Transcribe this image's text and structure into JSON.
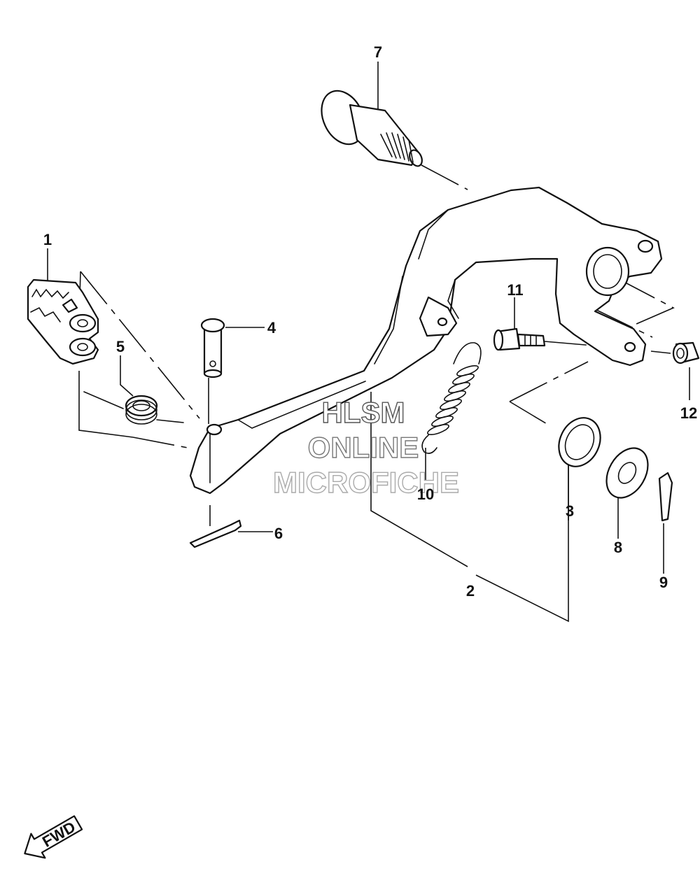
{
  "callouts": {
    "c1": "1",
    "c2": "2",
    "c3": "3",
    "c4": "4",
    "c5": "5",
    "c6": "6",
    "c7": "7",
    "c8": "8",
    "c9": "9",
    "c10": "10",
    "c11": "11",
    "c12": "12"
  },
  "watermark": {
    "line1": "HLSM",
    "line2": "ONLINE",
    "line3": "MICROFICHE",
    "colors": {
      "line1": "#555555",
      "line2": "#777777",
      "line3": "#aaaaaa"
    }
  },
  "direction": {
    "label": "FWD"
  },
  "colors": {
    "line": "#111111",
    "background": "#ffffff"
  }
}
